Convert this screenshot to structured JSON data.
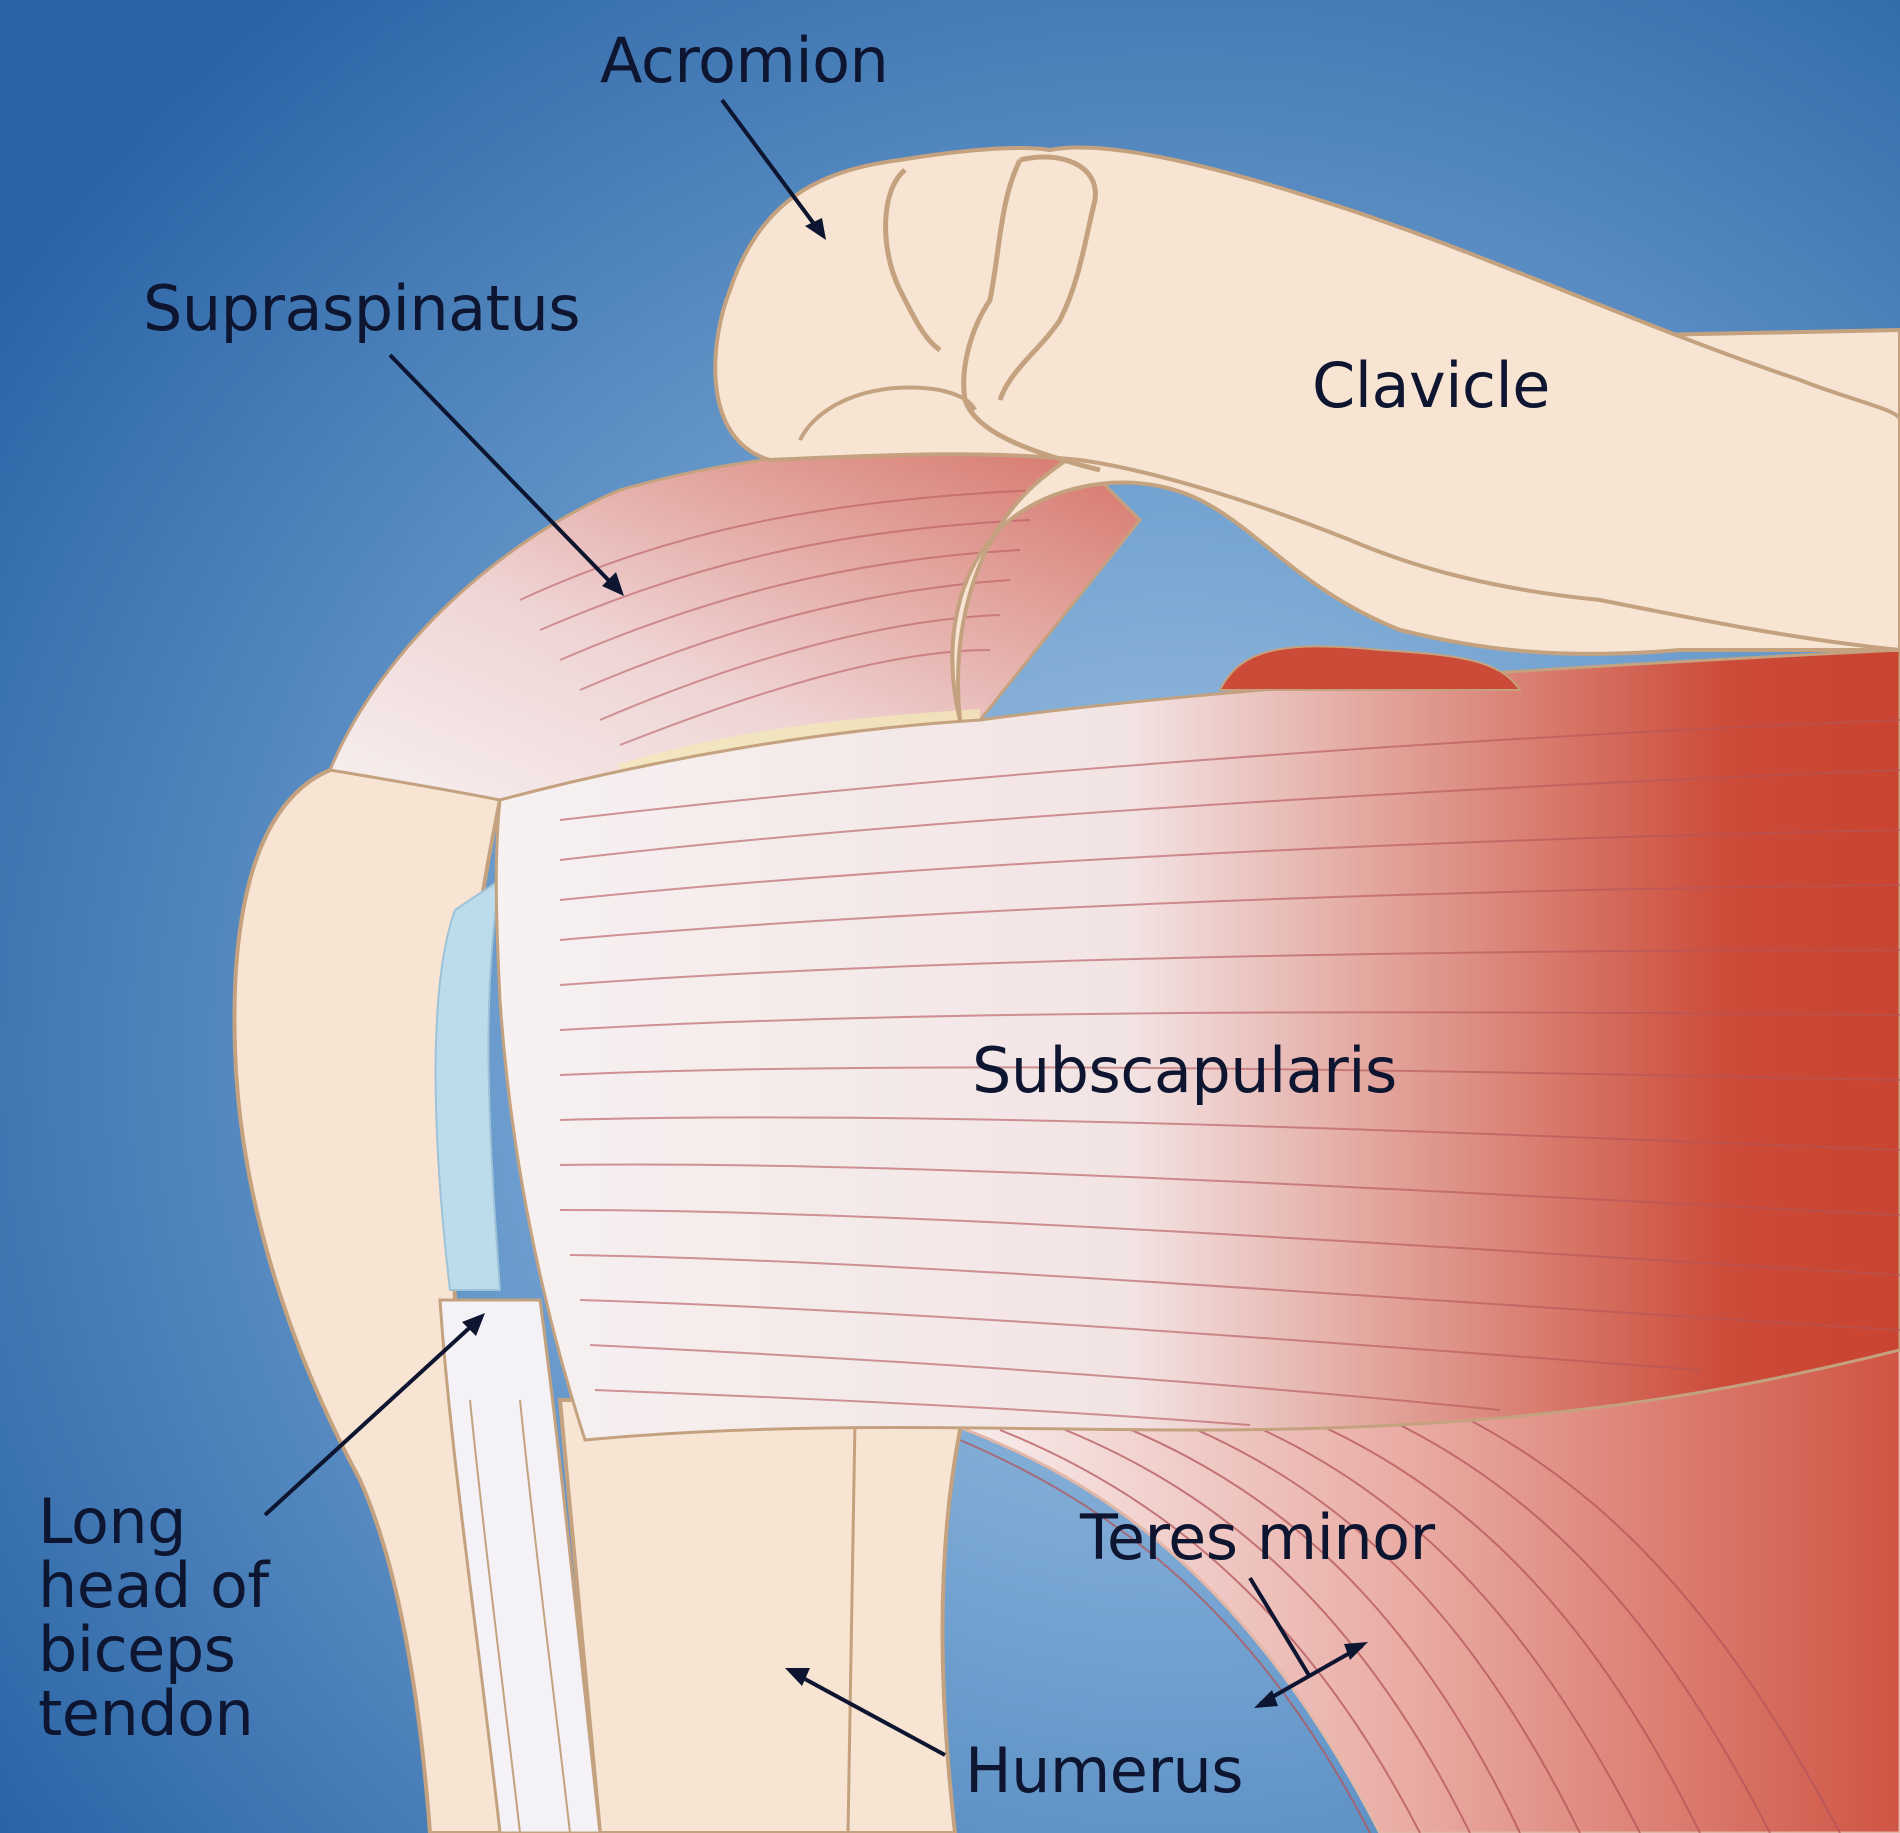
{
  "diagram": {
    "subject": "Shoulder anatomy (anterior view, rotator cuff)",
    "colors": {
      "background_dark": "#2a64a6",
      "background_light": "#8fb6da",
      "bone": "#f7e4d3",
      "bone_outline": "#c4a27f",
      "muscle_red": "#cc4a38",
      "muscle_pale": "#f6eeee",
      "bursa_blue": "#bcdcec",
      "label_text": "#0d1530"
    },
    "labels": {
      "acromion": "Acromion",
      "supraspinatus": "Supraspinatus",
      "clavicle": "Clavicle",
      "subscapularis": "Subscapularis",
      "biceps_line1": "Long",
      "biceps_line2": "head of",
      "biceps_line3": "biceps",
      "biceps_line4": "tendon",
      "teres_minor": "Teres minor",
      "humerus": "Humerus"
    }
  }
}
